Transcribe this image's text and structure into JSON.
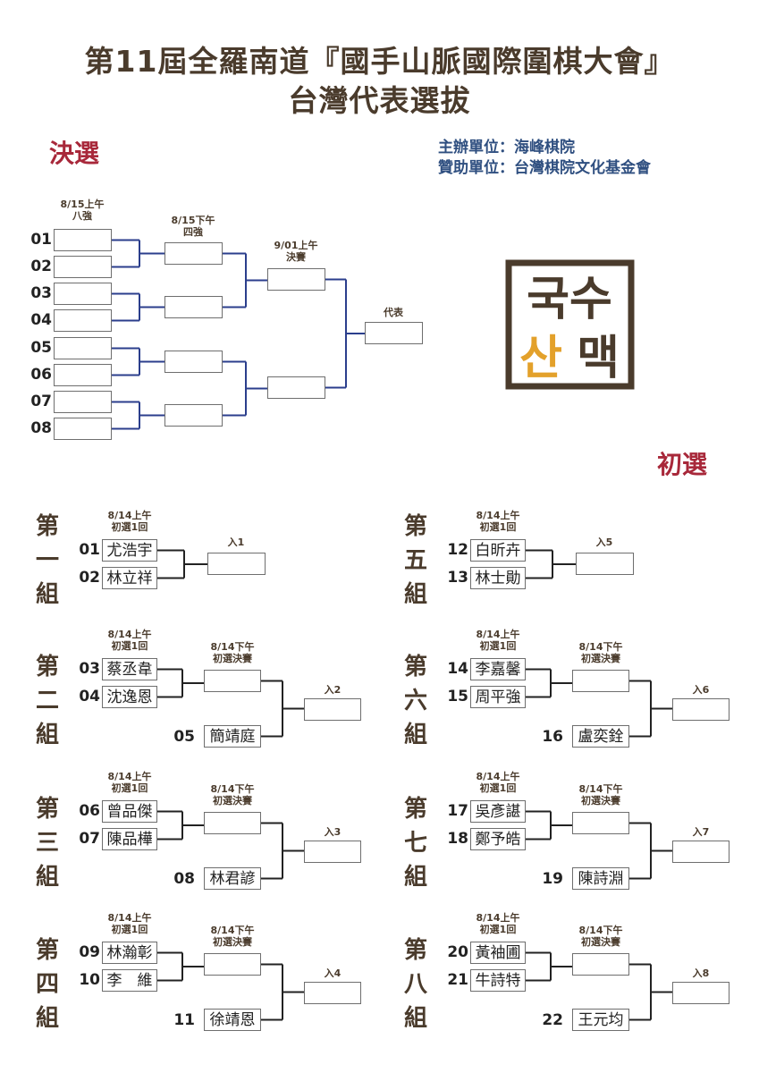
{
  "title": {
    "line1": "第11屆全羅南道『國手山脈國際圍棋大會』",
    "line2": "台灣代表選拔"
  },
  "sections": {
    "final": "決選",
    "prelim": "初選"
  },
  "organizers": {
    "host": "主辦單位：海峰棋院",
    "sponsor": "贊助單位：台灣棋院文化基金會"
  },
  "final_bracket": {
    "round1_date": "8/15上午",
    "round1_name": "八強",
    "round2_date": "8/15下午",
    "round2_name": "四強",
    "round3_date": "9/01上午",
    "round3_name": "決賽",
    "winner_label": "代表",
    "seeds": [
      "01",
      "02",
      "03",
      "04",
      "05",
      "06",
      "07",
      "08"
    ]
  },
  "logo": {
    "top": "국수",
    "bottom_left": "산",
    "bottom_right": "맥",
    "color_main": "#4a3b2c",
    "color_accent": "#e3a12b"
  },
  "colors": {
    "bracket_line": "#2b3e8c",
    "group_line": "#222222",
    "title": "#4a3b2c",
    "section": "#a8283a",
    "org": "#2f4f80"
  },
  "groups": [
    {
      "label": [
        "第",
        "一",
        "組"
      ],
      "r1_date": "8/14上午",
      "r1_name": "初選1回",
      "players": [
        {
          "num": "01",
          "name": "尤浩宇"
        },
        {
          "num": "02",
          "name": "林立祥"
        }
      ],
      "advance": "入1"
    },
    {
      "label": [
        "第",
        "二",
        "組"
      ],
      "r1_date": "8/14上午",
      "r1_name": "初選1回",
      "r2_date": "8/14下午",
      "r2_name": "初選決賽",
      "players": [
        {
          "num": "03",
          "name": "蔡丞韋"
        },
        {
          "num": "04",
          "name": "沈逸恩"
        }
      ],
      "seed": {
        "num": "05",
        "name": "簡靖庭"
      },
      "advance": "入2"
    },
    {
      "label": [
        "第",
        "三",
        "組"
      ],
      "r1_date": "8/14上午",
      "r1_name": "初選1回",
      "r2_date": "8/14下午",
      "r2_name": "初選決賽",
      "players": [
        {
          "num": "06",
          "name": "曾品傑"
        },
        {
          "num": "07",
          "name": "陳品樺"
        }
      ],
      "seed": {
        "num": "08",
        "name": "林君諺"
      },
      "advance": "入3"
    },
    {
      "label": [
        "第",
        "四",
        "組"
      ],
      "r1_date": "8/14上午",
      "r1_name": "初選1回",
      "r2_date": "8/14下午",
      "r2_name": "初選決賽",
      "players": [
        {
          "num": "09",
          "name": "林瀚彰"
        },
        {
          "num": "10",
          "name": "李　維"
        }
      ],
      "seed": {
        "num": "11",
        "name": "徐靖恩"
      },
      "advance": "入4"
    },
    {
      "label": [
        "第",
        "五",
        "組"
      ],
      "r1_date": "8/14上午",
      "r1_name": "初選1回",
      "players": [
        {
          "num": "12",
          "name": "白昕卉"
        },
        {
          "num": "13",
          "name": "林士勛"
        }
      ],
      "advance": "入5"
    },
    {
      "label": [
        "第",
        "六",
        "組"
      ],
      "r1_date": "8/14上午",
      "r1_name": "初選1回",
      "r2_date": "8/14下午",
      "r2_name": "初選決賽",
      "players": [
        {
          "num": "14",
          "name": "李嘉馨"
        },
        {
          "num": "15",
          "name": "周平強"
        }
      ],
      "seed": {
        "num": "16",
        "name": "盧奕銓"
      },
      "advance": "入6"
    },
    {
      "label": [
        "第",
        "七",
        "組"
      ],
      "r1_date": "8/14上午",
      "r1_name": "初選1回",
      "r2_date": "8/14下午",
      "r2_name": "初選決賽",
      "players": [
        {
          "num": "17",
          "name": "吳彥諶"
        },
        {
          "num": "18",
          "name": "鄭予皓"
        }
      ],
      "seed": {
        "num": "19",
        "name": "陳詩淵"
      },
      "advance": "入7"
    },
    {
      "label": [
        "第",
        "八",
        "組"
      ],
      "r1_date": "8/14上午",
      "r1_name": "初選1回",
      "r2_date": "8/14下午",
      "r2_name": "初選決賽",
      "players": [
        {
          "num": "20",
          "name": "黃袖圃"
        },
        {
          "num": "21",
          "name": "牛詩特"
        }
      ],
      "seed": {
        "num": "22",
        "name": "王元均"
      },
      "advance": "入8"
    }
  ]
}
